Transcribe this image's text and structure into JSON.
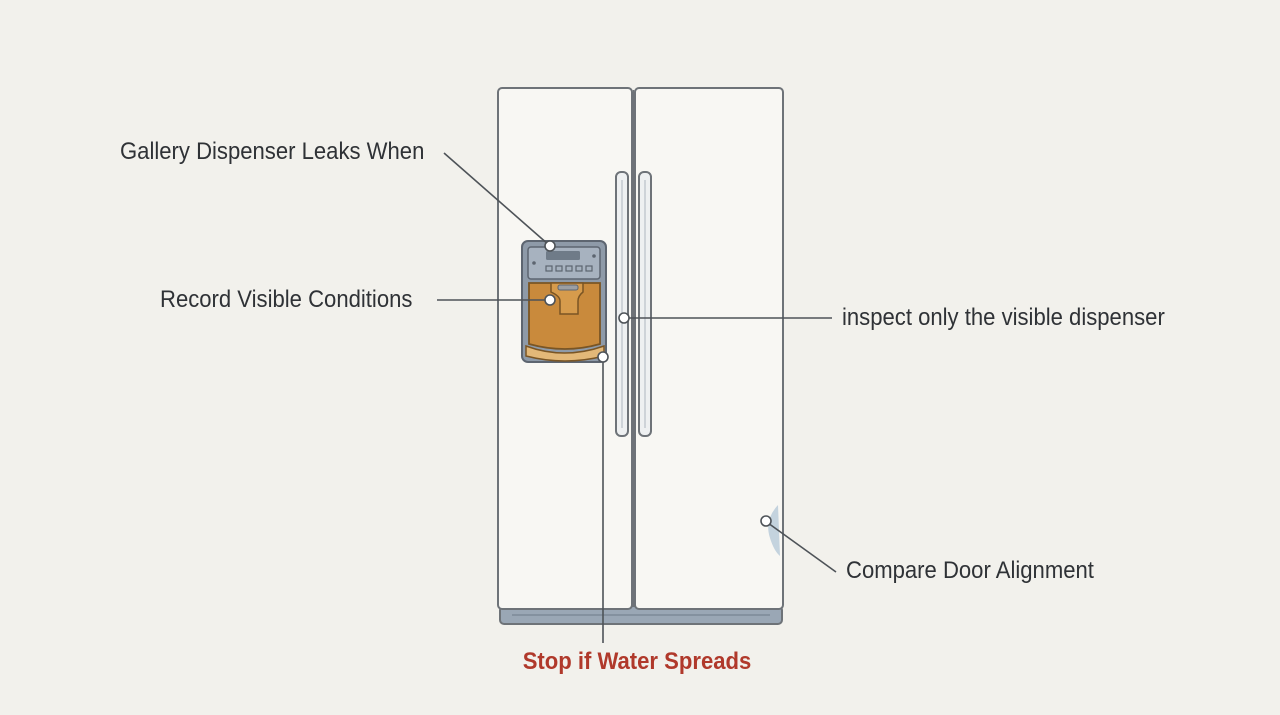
{
  "callouts": {
    "gallery_dispenser": "Gallery Dispenser Leaks When",
    "record_conditions": "Record Visible Conditions",
    "inspect_dispenser": "inspect only the visible dispenser",
    "door_alignment": "Compare Door Alignment",
    "stop_water": "Stop if Water Spreads"
  },
  "colors": {
    "background": "#f2f1ec",
    "outline": "#6e7378",
    "fridge_body": "#f8f7f3",
    "dispenser_panel": "#8e9aa8",
    "dispenser_well": "#c98a3c",
    "base_grille": "#9aa7b5",
    "text": "#2f3236",
    "warning_text": "#b0392b",
    "leak_tint": "#b7c9d8"
  },
  "icons": {
    "fridge": "side-by-side-refrigerator-illustration",
    "callout_dot": "callout-pin-dot"
  }
}
